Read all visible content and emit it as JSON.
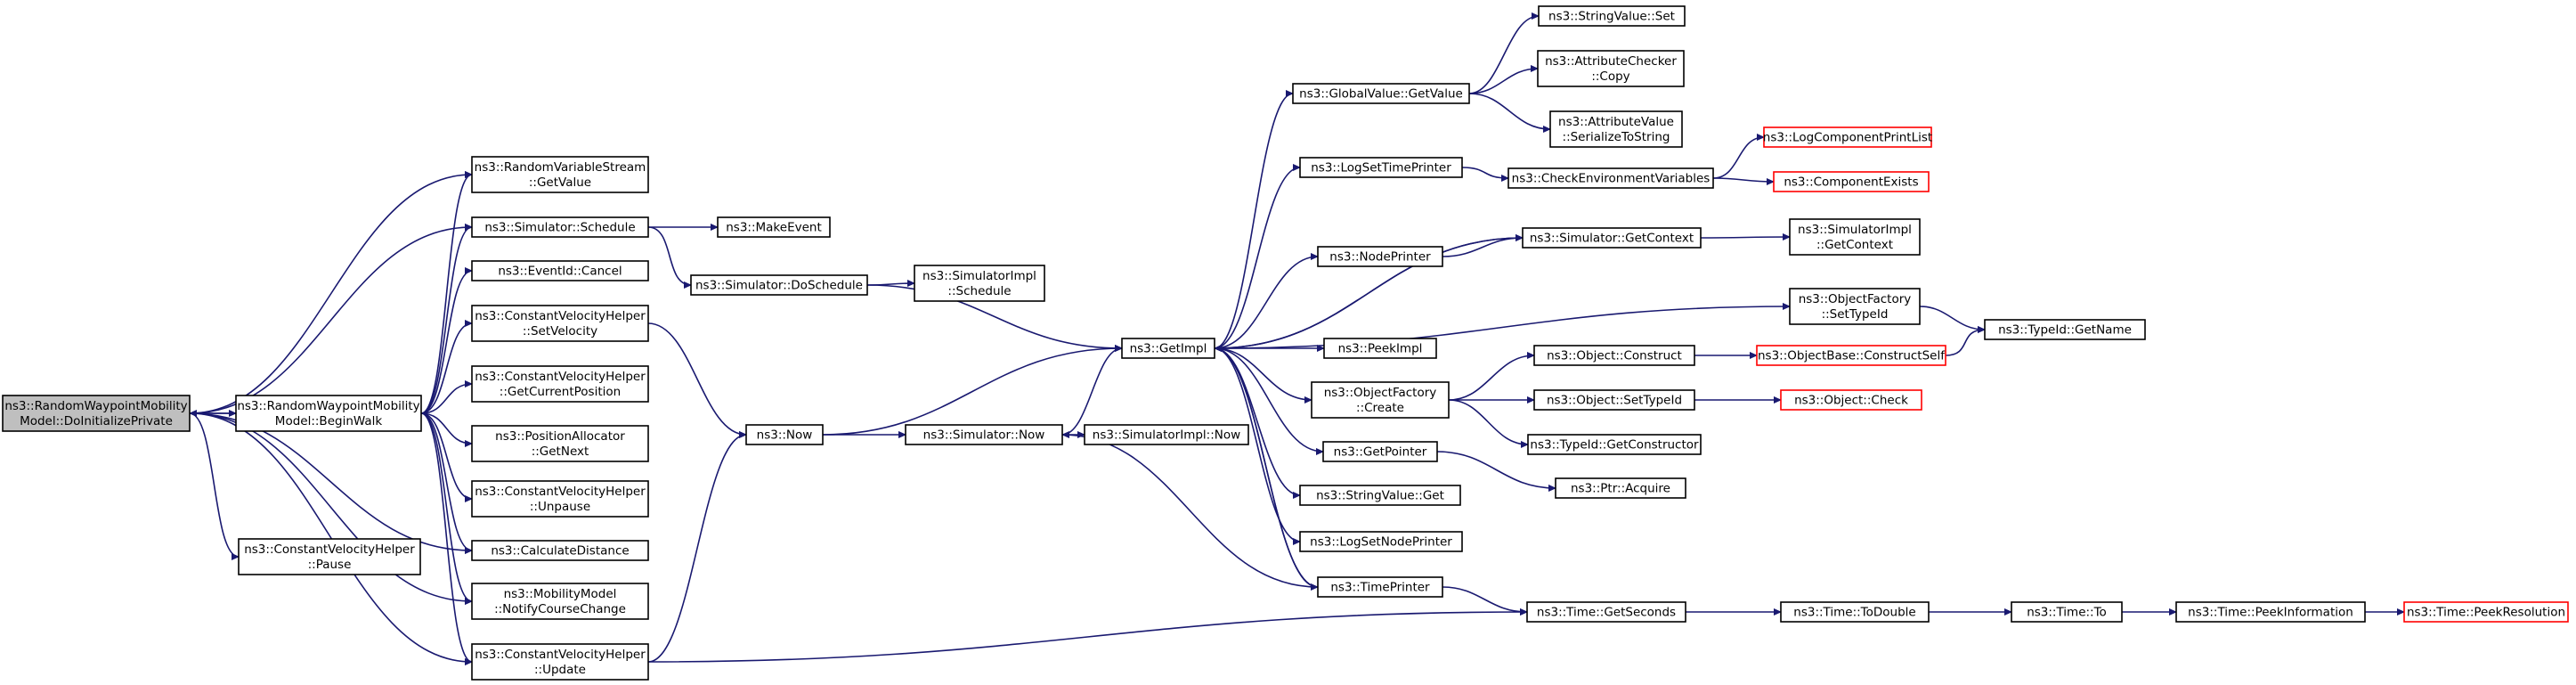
{
  "colors": {
    "edge": "#191970",
    "root_fill": "#bfbfbf",
    "node_fill": "#ffffff",
    "node_border": "#000000",
    "truncated_border": "#ff0000"
  },
  "nodes": [
    {
      "id": "root",
      "lines": [
        "ns3::RandomWaypointMobility",
        "Model::DoInitializePrivate"
      ],
      "root": true
    },
    {
      "id": "beginwalk",
      "lines": [
        "ns3::RandomWaypointMobility",
        "Model::BeginWalk"
      ]
    },
    {
      "id": "pause",
      "lines": [
        "ns3::ConstantVelocityHelper",
        "::Pause"
      ]
    },
    {
      "id": "rvs_getvalue",
      "lines": [
        "ns3::RandomVariableStream",
        "::GetValue"
      ]
    },
    {
      "id": "sim_schedule",
      "lines": [
        "ns3::Simulator::Schedule"
      ]
    },
    {
      "id": "eventid_cancel",
      "lines": [
        "ns3::EventId::Cancel"
      ]
    },
    {
      "id": "cvh_setvelocity",
      "lines": [
        "ns3::ConstantVelocityHelper",
        "::SetVelocity"
      ]
    },
    {
      "id": "cvh_getcurpos",
      "lines": [
        "ns3::ConstantVelocityHelper",
        "::GetCurrentPosition"
      ]
    },
    {
      "id": "posalloc_getnext",
      "lines": [
        "ns3::PositionAllocator",
        "::GetNext"
      ]
    },
    {
      "id": "cvh_unpause",
      "lines": [
        "ns3::ConstantVelocityHelper",
        "::Unpause"
      ]
    },
    {
      "id": "calcdist",
      "lines": [
        "ns3::CalculateDistance"
      ]
    },
    {
      "id": "notifycourse",
      "lines": [
        "ns3::MobilityModel",
        "::NotifyCourseChange"
      ]
    },
    {
      "id": "cvh_update",
      "lines": [
        "ns3::ConstantVelocityHelper",
        "::Update"
      ]
    },
    {
      "id": "makeevent",
      "lines": [
        "ns3::MakeEvent"
      ]
    },
    {
      "id": "sim_doschedule",
      "lines": [
        "ns3::Simulator::DoSchedule"
      ]
    },
    {
      "id": "simimpl_schedule",
      "lines": [
        "ns3::SimulatorImpl",
        "::Schedule"
      ]
    },
    {
      "id": "now",
      "lines": [
        "ns3::Now"
      ]
    },
    {
      "id": "sim_now",
      "lines": [
        "ns3::Simulator::Now"
      ]
    },
    {
      "id": "simimpl_now",
      "lines": [
        "ns3::SimulatorImpl::Now"
      ]
    },
    {
      "id": "getimpl",
      "lines": [
        "ns3::GetImpl"
      ]
    },
    {
      "id": "globalvalue_getvalue",
      "lines": [
        "ns3::GlobalValue::GetValue"
      ]
    },
    {
      "id": "stringvalue_set",
      "lines": [
        "ns3::StringValue::Set"
      ]
    },
    {
      "id": "attrchecker_copy",
      "lines": [
        "ns3::AttributeChecker",
        "::Copy"
      ]
    },
    {
      "id": "attrvalue_serialize",
      "lines": [
        "ns3::AttributeValue",
        "::SerializeToString"
      ]
    },
    {
      "id": "logsettimeprinter",
      "lines": [
        "ns3::LogSetTimePrinter"
      ]
    },
    {
      "id": "checkenvvars",
      "lines": [
        "ns3::CheckEnvironmentVariables"
      ]
    },
    {
      "id": "logcompprintlist",
      "lines": [
        "ns3::LogComponentPrintList"
      ],
      "truncated": true
    },
    {
      "id": "compexists",
      "lines": [
        "ns3::ComponentExists"
      ],
      "truncated": true
    },
    {
      "id": "nodeprinter",
      "lines": [
        "ns3::NodePrinter"
      ]
    },
    {
      "id": "sim_getcontext",
      "lines": [
        "ns3::Simulator::GetContext"
      ]
    },
    {
      "id": "simimpl_getcontext",
      "lines": [
        "ns3::SimulatorImpl",
        "::GetContext"
      ]
    },
    {
      "id": "objfactory_settypeid",
      "lines": [
        "ns3::ObjectFactory",
        "::SetTypeId"
      ]
    },
    {
      "id": "typeid_getname",
      "lines": [
        "ns3::TypeId::GetName"
      ]
    },
    {
      "id": "peekimpl",
      "lines": [
        "ns3::PeekImpl"
      ]
    },
    {
      "id": "objfactory_create",
      "lines": [
        "ns3::ObjectFactory",
        "::Create"
      ]
    },
    {
      "id": "object_construct",
      "lines": [
        "ns3::Object::Construct"
      ]
    },
    {
      "id": "objectbase_constructself",
      "lines": [
        "ns3::ObjectBase::ConstructSelf"
      ],
      "truncated": true
    },
    {
      "id": "object_settypeid",
      "lines": [
        "ns3::Object::SetTypeId"
      ]
    },
    {
      "id": "object_check",
      "lines": [
        "ns3::Object::Check"
      ],
      "truncated": true
    },
    {
      "id": "typeid_getconstructor",
      "lines": [
        "ns3::TypeId::GetConstructor"
      ]
    },
    {
      "id": "getpointer",
      "lines": [
        "ns3::GetPointer"
      ]
    },
    {
      "id": "ptr_acquire",
      "lines": [
        "ns3::Ptr::Acquire"
      ]
    },
    {
      "id": "stringvalue_get",
      "lines": [
        "ns3::StringValue::Get"
      ]
    },
    {
      "id": "logsetnodeprinter",
      "lines": [
        "ns3::LogSetNodePrinter"
      ]
    },
    {
      "id": "timeprinter",
      "lines": [
        "ns3::TimePrinter"
      ]
    },
    {
      "id": "time_getseconds",
      "lines": [
        "ns3::Time::GetSeconds"
      ]
    },
    {
      "id": "time_todouble",
      "lines": [
        "ns3::Time::ToDouble"
      ]
    },
    {
      "id": "time_to",
      "lines": [
        "ns3::Time::To"
      ]
    },
    {
      "id": "time_peekinfo",
      "lines": [
        "ns3::Time::PeekInformation"
      ]
    },
    {
      "id": "time_peekresolution",
      "lines": [
        "ns3::Time::PeekResolution"
      ],
      "truncated": true
    }
  ],
  "edges": [
    [
      "root",
      "beginwalk"
    ],
    [
      "root",
      "pause"
    ],
    [
      "root",
      "rvs_getvalue"
    ],
    [
      "root",
      "sim_schedule"
    ],
    [
      "root",
      "calcdist"
    ],
    [
      "root",
      "notifycourse"
    ],
    [
      "root",
      "cvh_update"
    ],
    [
      "beginwalk",
      "root"
    ],
    [
      "beginwalk",
      "rvs_getvalue"
    ],
    [
      "beginwalk",
      "sim_schedule"
    ],
    [
      "beginwalk",
      "eventid_cancel"
    ],
    [
      "beginwalk",
      "cvh_setvelocity"
    ],
    [
      "beginwalk",
      "cvh_getcurpos"
    ],
    [
      "beginwalk",
      "posalloc_getnext"
    ],
    [
      "beginwalk",
      "cvh_unpause"
    ],
    [
      "beginwalk",
      "calcdist"
    ],
    [
      "beginwalk",
      "notifycourse"
    ],
    [
      "beginwalk",
      "cvh_update"
    ],
    [
      "sim_schedule",
      "makeevent"
    ],
    [
      "sim_schedule",
      "sim_doschedule"
    ],
    [
      "sim_doschedule",
      "simimpl_schedule"
    ],
    [
      "sim_doschedule",
      "getimpl"
    ],
    [
      "cvh_setvelocity",
      "now"
    ],
    [
      "cvh_update",
      "now"
    ],
    [
      "cvh_update",
      "time_getseconds"
    ],
    [
      "now",
      "sim_now"
    ],
    [
      "now",
      "getimpl"
    ],
    [
      "sim_now",
      "simimpl_now"
    ],
    [
      "sim_now",
      "getimpl"
    ],
    [
      "getimpl",
      "globalvalue_getvalue"
    ],
    [
      "getimpl",
      "logsettimeprinter"
    ],
    [
      "getimpl",
      "sim_getcontext"
    ],
    [
      "getimpl",
      "nodeprinter"
    ],
    [
      "getimpl",
      "objfactory_settypeid"
    ],
    [
      "getimpl",
      "peekimpl"
    ],
    [
      "getimpl",
      "objfactory_create"
    ],
    [
      "getimpl",
      "getpointer"
    ],
    [
      "getimpl",
      "stringvalue_get"
    ],
    [
      "getimpl",
      "logsetnodeprinter"
    ],
    [
      "getimpl",
      "timeprinter"
    ],
    [
      "globalvalue_getvalue",
      "stringvalue_set"
    ],
    [
      "globalvalue_getvalue",
      "attrchecker_copy"
    ],
    [
      "globalvalue_getvalue",
      "attrvalue_serialize"
    ],
    [
      "logsettimeprinter",
      "checkenvvars"
    ],
    [
      "checkenvvars",
      "logcompprintlist"
    ],
    [
      "checkenvvars",
      "compexists"
    ],
    [
      "nodeprinter",
      "sim_getcontext"
    ],
    [
      "sim_getcontext",
      "simimpl_getcontext"
    ],
    [
      "sim_getcontext",
      "getimpl"
    ],
    [
      "objfactory_settypeid",
      "typeid_getname"
    ],
    [
      "objfactory_create",
      "object_construct"
    ],
    [
      "objfactory_create",
      "object_settypeid"
    ],
    [
      "objfactory_create",
      "typeid_getconstructor"
    ],
    [
      "object_construct",
      "objectbase_constructself"
    ],
    [
      "objectbase_constructself",
      "typeid_getname"
    ],
    [
      "object_settypeid",
      "object_check"
    ],
    [
      "getpointer",
      "ptr_acquire"
    ],
    [
      "timeprinter",
      "time_getseconds"
    ],
    [
      "timeprinter",
      "sim_now"
    ],
    [
      "timeprinter",
      "getimpl"
    ],
    [
      "time_getseconds",
      "time_todouble"
    ],
    [
      "time_todouble",
      "time_to"
    ],
    [
      "time_to",
      "time_peekinfo"
    ],
    [
      "time_peekinfo",
      "time_peekresolution"
    ]
  ]
}
